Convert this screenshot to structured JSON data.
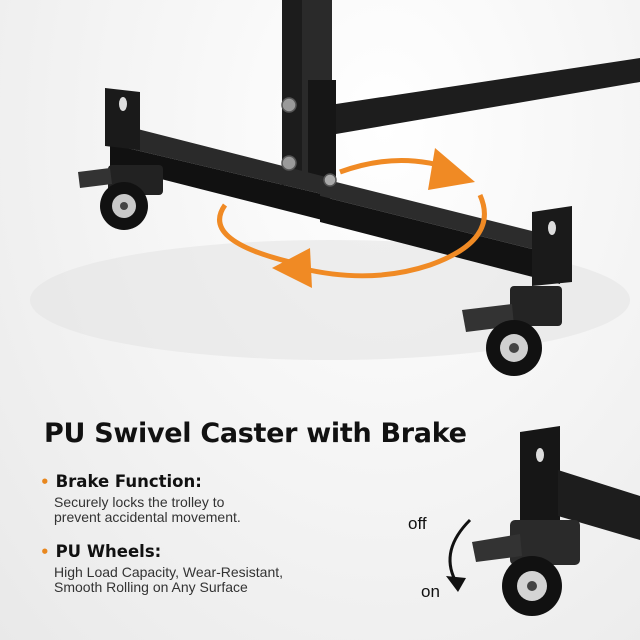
{
  "headline": "PU Swivel Caster with Brake",
  "features": [
    {
      "title": "Brake Function:",
      "description_lines": [
        "Securely locks the trolley to",
        "prevent accidental movement."
      ]
    },
    {
      "title": "PU Wheels:",
      "description_lines": [
        "High Load Capacity, Wear-Resistant,",
        "Smooth Rolling on Any Surface"
      ]
    }
  ],
  "brake_states": {
    "off": "off",
    "on": "on"
  },
  "colors": {
    "accent": "#e8871e",
    "frame": "#1a1a1a",
    "rotation_arrow": "#f08a24"
  },
  "icons": {
    "bullet": "•",
    "rotation": "rotate-360-arrow-icon",
    "brake_direction": "curved-down-arrow-icon"
  }
}
